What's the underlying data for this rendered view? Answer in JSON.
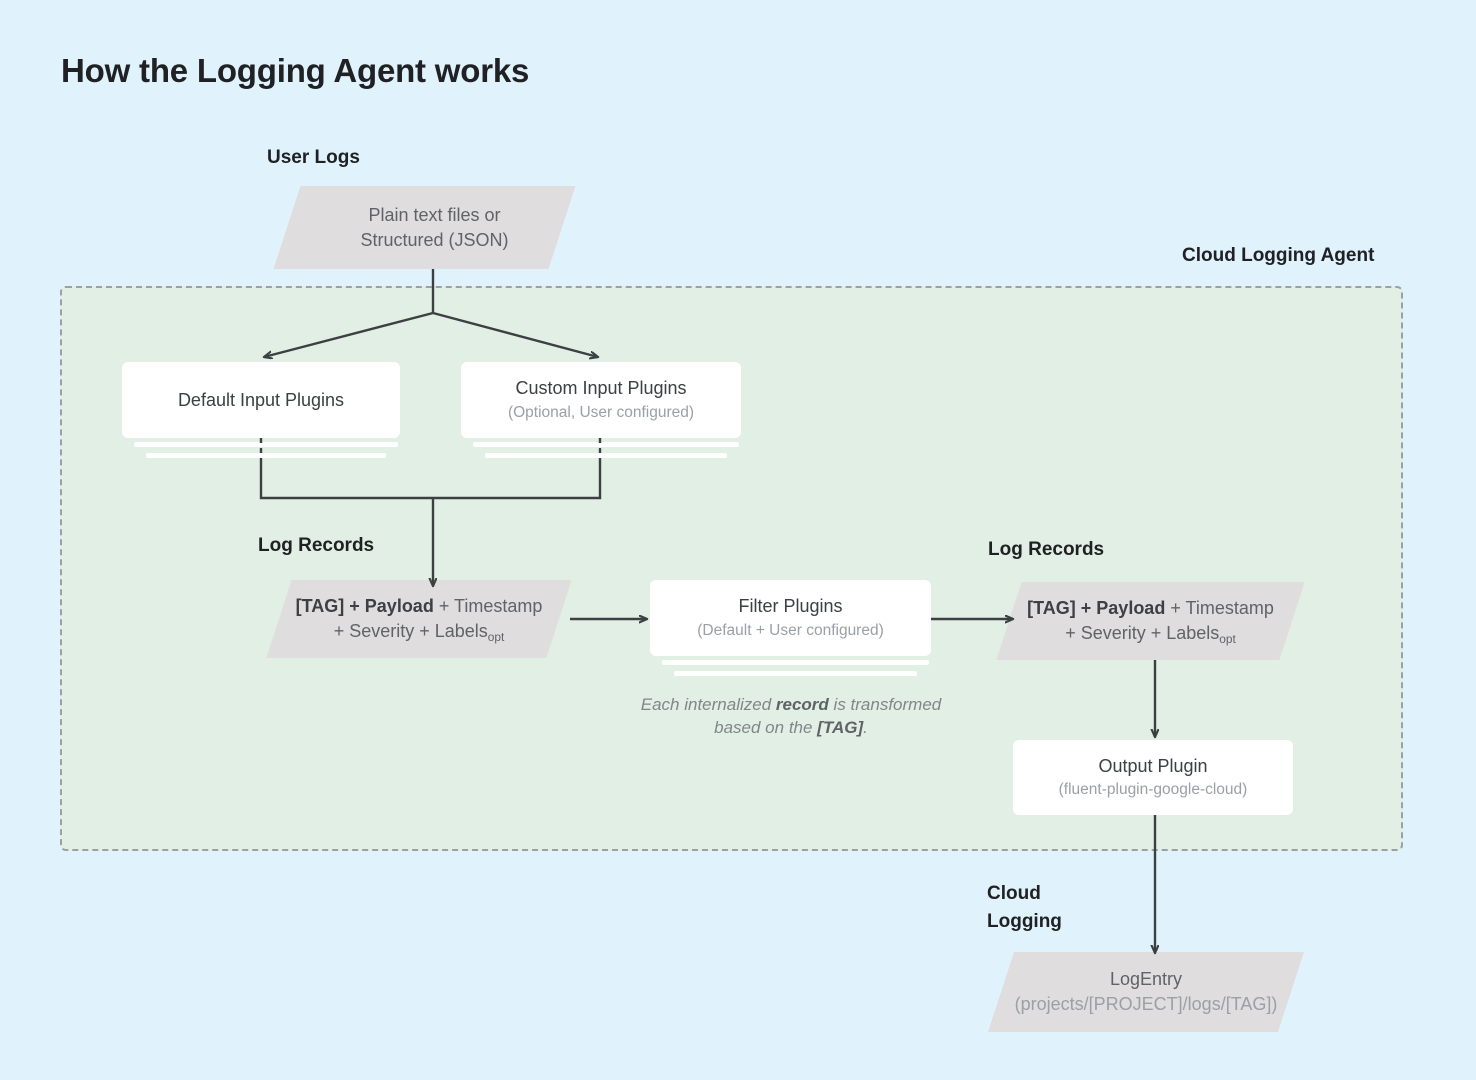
{
  "page": {
    "title": "How the Logging Agent works",
    "background_color": "#e0f3fc",
    "panel_color": "#e2efe4",
    "parallelogram_color": "#dfdddd",
    "box_color": "#ffffff",
    "line_color": "#3c4043"
  },
  "labels": {
    "user_logs": "User Logs",
    "cloud_logging_agent": "Cloud Logging Agent",
    "log_records_left": "Log Records",
    "log_records_right": "Log Records",
    "cloud_logging_line1": "Cloud",
    "cloud_logging_line2": "Logging"
  },
  "nodes": {
    "user_logs_source": {
      "line1": "Plain text files or",
      "line2": "Structured (JSON)"
    },
    "default_input_plugins": {
      "title": "Default Input Plugins",
      "subtitle": ""
    },
    "custom_input_plugins": {
      "title": "Custom Input Plugins",
      "subtitle": "(Optional, User configured)"
    },
    "log_record_left": {
      "bold": "[TAG] + Payload",
      "rest_line1": " + Timestamp",
      "line2_prefix": "+ Severity + Labels",
      "line2_subscript": "opt"
    },
    "filter_plugins": {
      "title": "Filter Plugins",
      "subtitle": "(Default + User configured)"
    },
    "log_record_right": {
      "bold": "[TAG] + Payload",
      "rest_line1": " + Timestamp",
      "line2_prefix": "+ Severity + Labels",
      "line2_subscript": "opt"
    },
    "output_plugin": {
      "title": "Output Plugin",
      "subtitle": "(fluent-plugin-google-cloud)"
    },
    "log_entry": {
      "title": "LogEntry",
      "subtitle": "(projects/[PROJECT]/logs/[TAG])"
    }
  },
  "caption": {
    "part1": "Each internalized ",
    "bold1": "record",
    "part2": " is transformed based on the ",
    "bold2": "[TAG]",
    "part3": "."
  }
}
